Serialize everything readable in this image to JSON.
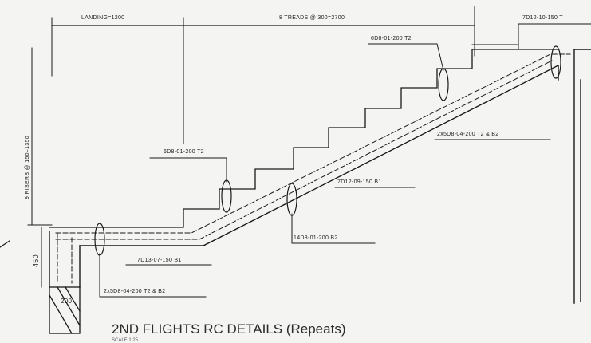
{
  "drawing": {
    "title": "2ND FLIGHTS RC  DETAILS (Repeats)",
    "scale_label": "SCALE 1:25",
    "dimensions": {
      "landing": "LANDING=1200",
      "treads": "8 TREADS @ 300=2700",
      "risers": "9 RISERS @ 150=1350",
      "slab_depth": "450",
      "wall": "200"
    },
    "rebar_labels": {
      "top_right": "7D12-10-150 T",
      "upper_stirrup": "6D8-01-200 T2",
      "upper_bottom": "2x5D8-04-200 T2 & B2",
      "middle": "7D12-09-150 B1",
      "left_stirrup": "6D8-01-200 T2",
      "bottom_mid": "14D8-01-200 B2",
      "bottom_left": "7D13-07-150 B1",
      "bottom_far_left": "2x5D8-04-200 T2 & B2"
    }
  }
}
